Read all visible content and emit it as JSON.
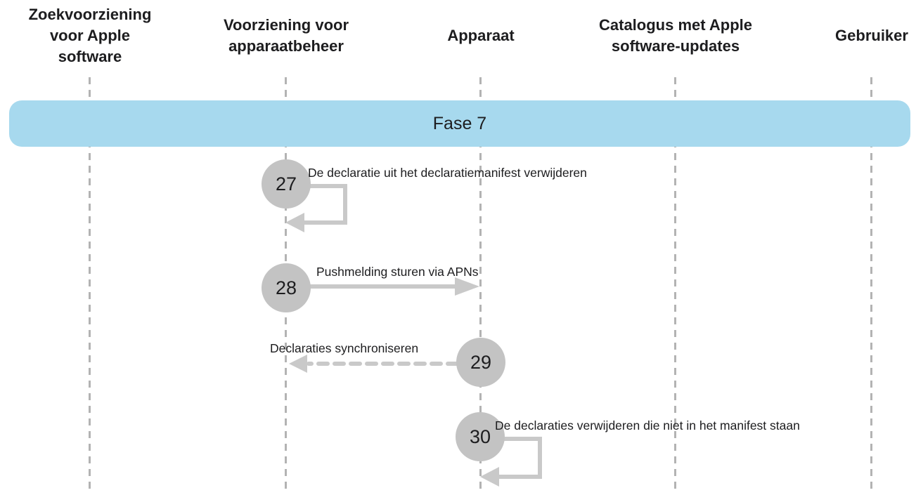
{
  "diagram": {
    "phase_label": "Fase 7",
    "actors": [
      {
        "name": "zoekvoorziening-voor-apple-software",
        "lines": [
          "Zoekvoorziening",
          "voor Apple",
          "software"
        ]
      },
      {
        "name": "voorziening-voor-apparaatbeheer",
        "lines": [
          "Voorziening voor",
          "apparaatbeheer"
        ]
      },
      {
        "name": "apparaat",
        "lines": [
          "Apparaat"
        ]
      },
      {
        "name": "catalogus-met-apple-software-updates",
        "lines": [
          "Catalogus met Apple",
          "software-updates"
        ]
      },
      {
        "name": "gebruiker",
        "lines": [
          "Gebruiker"
        ]
      }
    ],
    "steps": [
      {
        "number": "27",
        "label": "De declaratie uit het declaratiemanifest verwijderen",
        "from": "Voorziening voor apparaatbeheer",
        "to": "Voorziening voor apparaatbeheer",
        "arrow": "self-loop-solid"
      },
      {
        "number": "28",
        "label": "Pushmelding sturen via APNs",
        "from": "Voorziening voor apparaatbeheer",
        "to": "Apparaat",
        "arrow": "solid-right"
      },
      {
        "number": "29",
        "label": "Declaraties synchroniseren",
        "from": "Apparaat",
        "to": "Voorziening voor apparaatbeheer",
        "arrow": "dashed-left"
      },
      {
        "number": "30",
        "label": "De declaraties verwijderen die niet in het manifest staan",
        "from": "Apparaat",
        "to": "Apparaat",
        "arrow": "self-loop-solid"
      }
    ],
    "colors": {
      "phase_banner": "#a7d9ee",
      "step_circle": "#c3c3c3",
      "arrow": "#c9c9c9",
      "lifeline": "#b3b3b3",
      "text": "#1d1d1f"
    }
  }
}
